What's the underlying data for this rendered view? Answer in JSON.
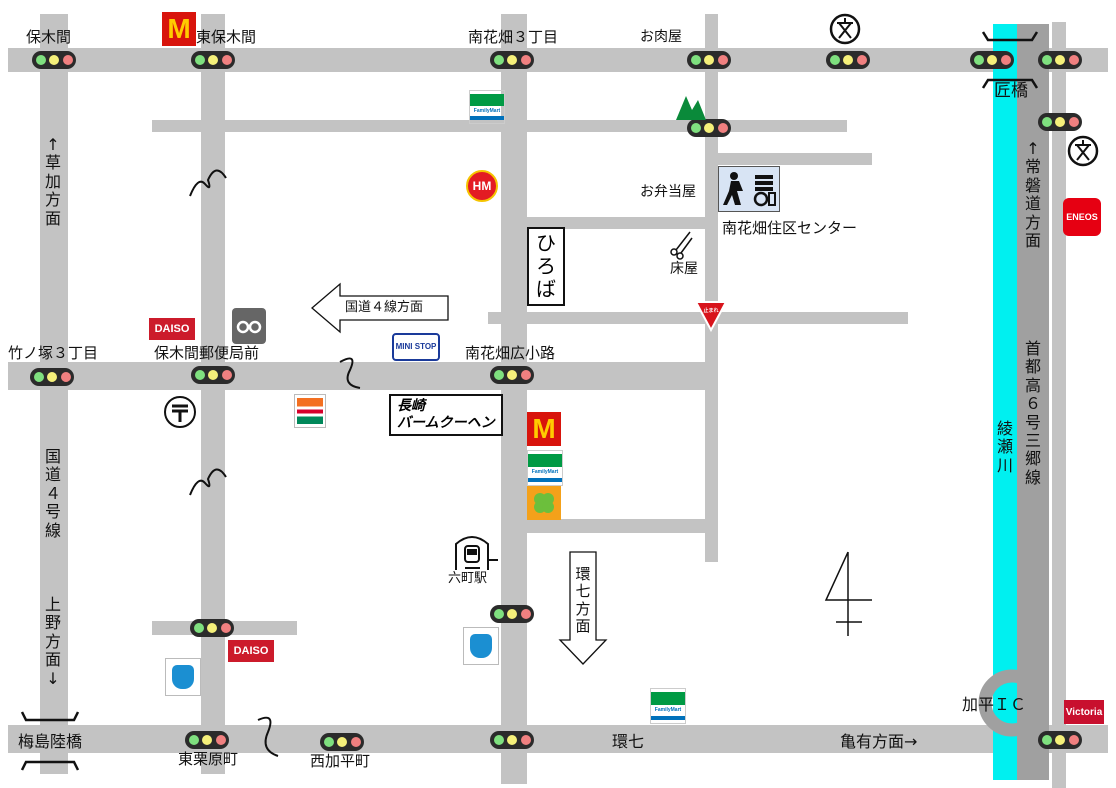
{
  "labels": {
    "hokima": "保木間",
    "higashi_hokima": "東保木間",
    "minamihanahata_3": "南花畑３丁目",
    "oniku": "お肉屋",
    "takumi": "匠橋",
    "obento": "お弁当屋",
    "center": "南花畑住区センター",
    "tokoya": "床屋",
    "takenotsuka": "竹ノ塚３丁目",
    "hokima_post": "保木間郵便局前",
    "minamihanahata_hiro": "南花畑広小路",
    "rokucho": "六町駅",
    "kahei_ic": "加平ＩＣ",
    "umejima": "梅島陸橋",
    "higashi_kurihara": "東栗原町",
    "nishi_kahei": "西加平町",
    "kannana": "環七",
    "kameari": "亀有方面→"
  },
  "vertical_labels": {
    "soka": "↑草加方面",
    "kokudo4": "国道４号線",
    "ueno": "上野方面↓",
    "joban": "↑常磐道方面",
    "shuto": "首都高６号三郷線",
    "ayase": "綾瀬川"
  },
  "signs": {
    "hiroba": "ひろば",
    "baumkuchen_line1": "長崎",
    "baumkuchen_line2": "バームクーヘン",
    "kokudo_arrow": "国道４線方面",
    "kannana_arrow": "環七方面"
  },
  "logos": {
    "daiso": "DAISO",
    "familymart": "FamilyMart",
    "ministop": "MINI STOP",
    "eneos": "ENEOS",
    "victoria": "Victoria",
    "hm": "HM",
    "mcd": "M",
    "stop": "止まれ"
  },
  "colors": {
    "road": "#c3c3c3",
    "river": "#00f0f0",
    "expressway": "#a0a0a0",
    "signal_green": "#7fe07f",
    "signal_yellow": "#f5f07a",
    "signal_red": "#f08080",
    "mcd_red": "#d8140c",
    "mcd_yellow": "#ffcc00",
    "family_green": "#009a44",
    "family_blue": "#0071bb",
    "daiso_red": "#cc1b2b"
  },
  "icons": [
    "mcdonalds-logo",
    "familymart-logo",
    "daiso-logo",
    "ministop-logo",
    "seven-eleven-logo",
    "lawson-logo",
    "eneos-logo",
    "victoria-logo",
    "ja-logo",
    "hm-logo",
    "clover-logo",
    "glasses-shop-icon",
    "post-office-icon",
    "school-icon",
    "stop-sign-icon",
    "station-icon",
    "barber-icon",
    "community-center-icon",
    "north-arrow-icon",
    "traffic-light-icon"
  ]
}
